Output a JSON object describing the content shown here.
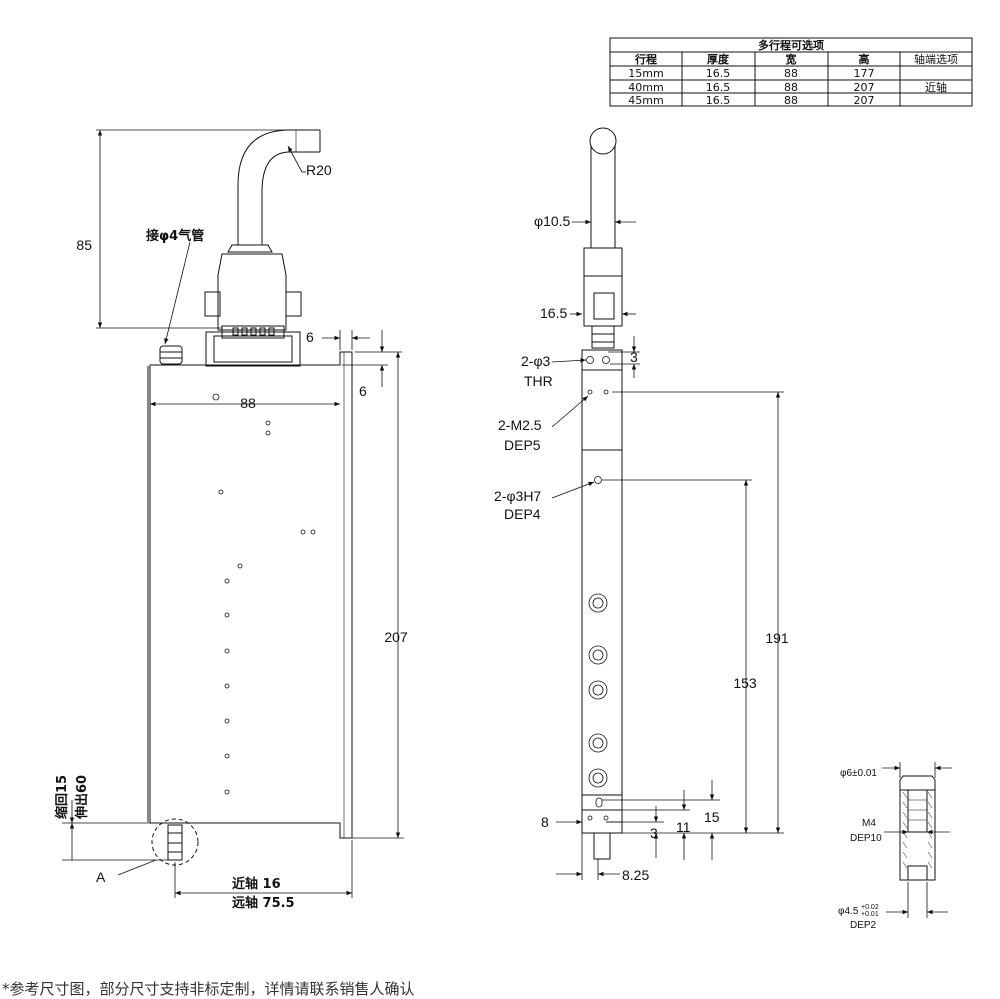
{
  "table": {
    "title": "多行程可选项",
    "headers": [
      "行程",
      "厚度",
      "宽",
      "高",
      "轴端选项"
    ],
    "rows": [
      [
        "15mm",
        "16.5",
        "88",
        "177",
        ""
      ],
      [
        "40mm",
        "16.5",
        "88",
        "207",
        "近轴"
      ],
      [
        "45mm",
        "16.5",
        "88",
        "207",
        ""
      ]
    ]
  },
  "front_view": {
    "dim_85": "85",
    "radius": "R20",
    "air_inlet": "接φ4气管",
    "dim_6_top": "6",
    "dim_6_side": "6",
    "dim_88": "88",
    "dim_207": "207",
    "retract": "缩回15",
    "extend": "伸出60",
    "detail_label": "A",
    "near_shaft": "近轴 16",
    "far_shaft": "远轴 75.5"
  },
  "side_view": {
    "diam_105": "φ10.5",
    "dim_165": "16.5",
    "dim_3_top": "3",
    "hole_thr": "2-φ3",
    "hole_thr_note": "THR",
    "hole_m25": "2-M2.5",
    "hole_m25_note": "DEP5",
    "hole_h7": "2-φ3H7",
    "hole_h7_note": "DEP4",
    "dim_191": "191",
    "dim_153": "153",
    "dim_15": "15",
    "dim_11": "11",
    "dim_3_bottom": "3",
    "dim_8": "8",
    "dim_825": "8.25"
  },
  "detail_view": {
    "diam_top": "φ6±0.01",
    "thread": "M4",
    "thread_depth": "DEP10",
    "diam_bottom": "φ4.5",
    "tol_upper": "+0.02",
    "tol_lower": "+0.01",
    "bottom_depth": "DEP2"
  },
  "footer": "*参考尺寸图，部分尺寸支持非标定制，详情请联系销售人确认"
}
